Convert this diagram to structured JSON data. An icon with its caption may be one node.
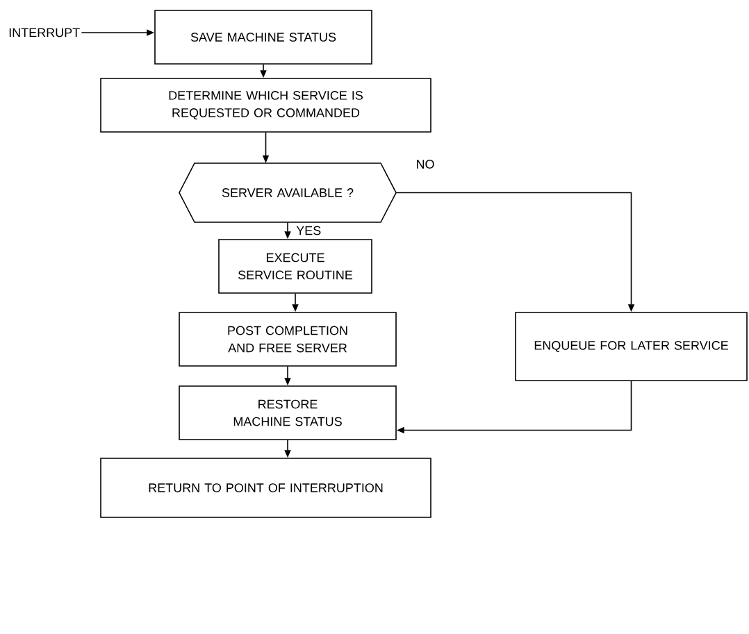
{
  "diagram": {
    "nodes": [
      {
        "text": [
          "INTERRUPT"
        ]
      },
      {
        "text": [
          "SAVE MACHINE STATUS"
        ]
      },
      {
        "text": [
          "DETERMINE WHICH SERVICE IS REQUESTED OR COMMANDED"
        ]
      },
      {
        "text": [
          "SERVER AVAILABLE ?"
        ]
      },
      {
        "text": [
          "EXECUTE SERVICE ROUTINE"
        ]
      },
      {
        "text": [
          "POST COMPLETION AND FREE SERVER"
        ]
      },
      {
        "text": [
          "ENQUEUE FOR LATER SERVICE"
        ]
      },
      {
        "text": [
          "RESTORE MACHINE STATUS"
        ]
      },
      {
        "text": [
          "RETURN TO POINT OF INTERRUPTION"
        ]
      }
    ],
    "edges": [
      {
        "from": 0,
        "to": 1,
        "arrow": "to"
      },
      {
        "from": 1,
        "to": 2,
        "arrow": "to"
      },
      {
        "from": 2,
        "to": 3,
        "arrow": "to"
      },
      {
        "from": 3,
        "to": 4,
        "arrow": "to",
        "label": "YES"
      },
      {
        "from": 3,
        "to": 6,
        "arrow": "to",
        "label": "NO"
      },
      {
        "from": 4,
        "to": 5,
        "arrow": "to"
      },
      {
        "from": 5,
        "to": 7,
        "arrow": "to"
      },
      {
        "from": 6,
        "to": 7,
        "arrow": "to"
      },
      {
        "from": 7,
        "to": 8,
        "arrow": "to"
      }
    ]
  }
}
